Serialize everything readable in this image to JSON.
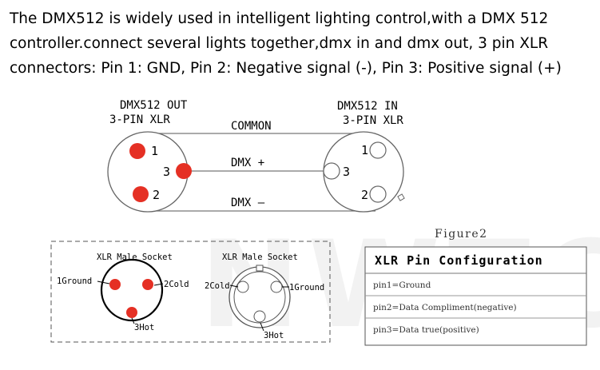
{
  "intro": {
    "line1": "The DMX512 is widely used in intelligent lighting control,with a DMX 512",
    "line2": "controller.connect several lights together,dmx in and dmx out, 3 pin XLR",
    "line3": "connectors: Pin 1: GND, Pin 2: Negative signal (-), Pin 3: Positive signal (+)"
  },
  "wiring": {
    "out_title1": "DMX512 OUT",
    "out_title2": "3-PIN XLR",
    "in_title1": "DMX512  IN",
    "in_title2": "3-PIN XLR",
    "common_label": "COMMON",
    "dmx_plus_label": "DMX  +",
    "dmx_minus_label": "DMX  –",
    "out_pin1": "1",
    "out_pin2": "2",
    "out_pin3": "3",
    "in_pin1": "1",
    "in_pin2": "2",
    "in_pin3": "3"
  },
  "sockets": {
    "male_title": "XLR Male Socket",
    "female_title": "XLR Male Socket",
    "male_pin1": "1Ground",
    "male_pin2": "2Cold",
    "male_pin3": "3Hot",
    "female_pin1": "1Ground",
    "female_pin2": "2Cold",
    "female_pin3": "3Hot"
  },
  "figure_label": "Figure2",
  "config_table": {
    "title": "XLR Pin Configuration",
    "rows": [
      "pin1=Ground",
      "pin2=Data Compliment(negative)",
      "pin3=Data true(positive)"
    ]
  },
  "watermark": "NWTC",
  "colors": {
    "pin_red": "#e53024",
    "line_gray": "#777777",
    "text": "#000000"
  }
}
